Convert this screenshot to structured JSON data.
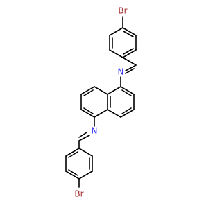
{
  "molecule": {
    "atoms": {
      "br_top": "Br",
      "n_top": "N",
      "n_bottom": "N",
      "br_bottom": "Br"
    },
    "colors": {
      "bond": "#000000",
      "bromine": "#a52a2a",
      "nitrogen": "#1f1fff",
      "background": "#ffffff"
    }
  }
}
